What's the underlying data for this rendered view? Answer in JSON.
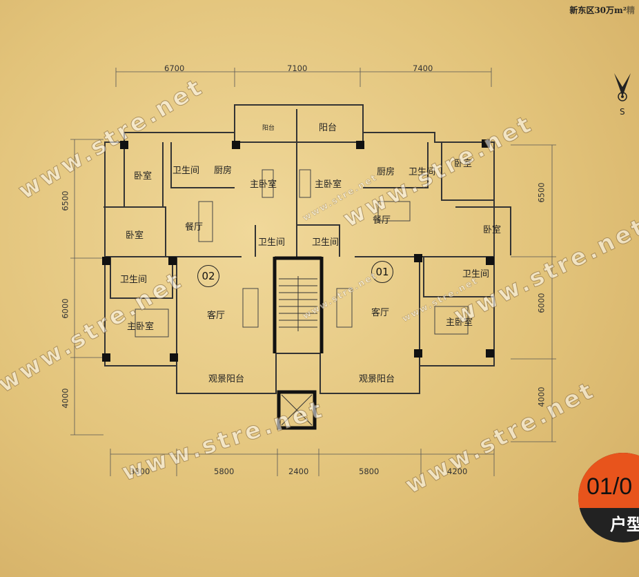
{
  "header": {
    "project_text": "新东区30万m²",
    "project_text_trailing": "精"
  },
  "compass": {
    "label": "S"
  },
  "badge": {
    "code": "01/0",
    "type_label": "户型"
  },
  "dimensions": {
    "top": [
      "6700",
      "7100",
      "7400"
    ],
    "bottom": [
      "3800",
      "5800",
      "2400",
      "5800",
      "4200"
    ],
    "left": [
      "6500",
      "6000",
      "4000"
    ],
    "right": [
      "6500",
      "6000",
      "4000"
    ]
  },
  "units": {
    "left": "02",
    "right": "01"
  },
  "rooms": {
    "balcony_small": "阳台",
    "balcony": "阳台",
    "kitchen_left": "厨房",
    "bath_left_top": "卫生间",
    "bedroom_left_top": "卧室",
    "master_left": "主卧室",
    "master_right_top": "主卧室",
    "kitchen_right": "厨房",
    "bath_right_top": "卫生间",
    "bedroom_right_top": "卧室",
    "dining_left": "餐厅",
    "bedroom_left_mid": "卧室",
    "bath_center_left": "卫生间",
    "bath_center_right": "卫生间",
    "dining_right": "餐厅",
    "bedroom_right_mid": "卧室",
    "bath_left_mid": "卫生间",
    "living_left": "客厅",
    "living_right": "客厅",
    "bath_right_mid": "卫生间",
    "master_left_bottom": "主卧室",
    "master_right_bottom": "主卧室",
    "view_balcony_left": "观景阳台",
    "view_balcony_right": "观景阳台"
  },
  "watermark": "www.stre.net"
}
